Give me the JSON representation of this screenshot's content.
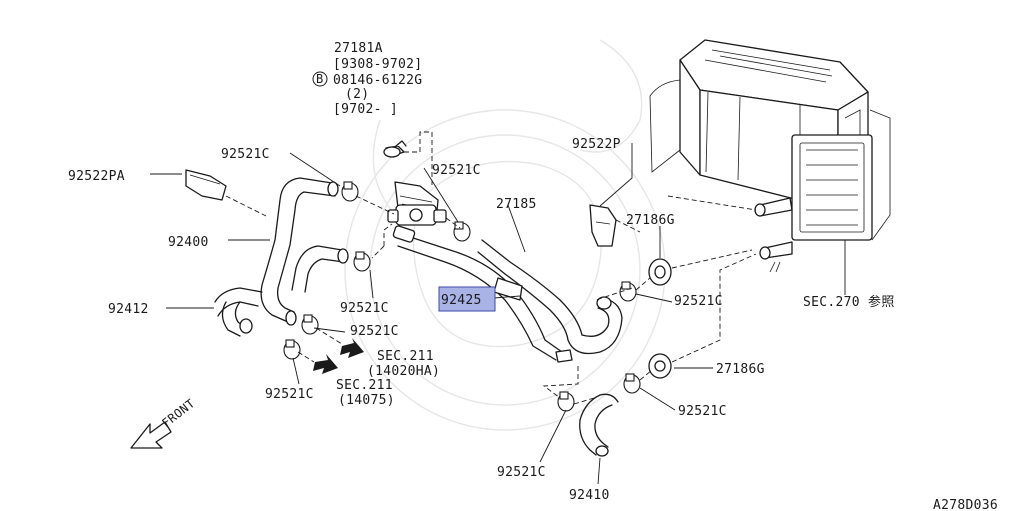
{
  "diagram": {
    "reference_code": "A278D036",
    "highlighted_part": "92425",
    "front_label": "FRONT",
    "labels": {
      "p27181a": "27181A",
      "p27181a_range1": "[9308-9702]",
      "bolt_prefix": "B",
      "bolt_part": "08146-6122G",
      "bolt_qty": "(2)",
      "p27181a_range2": "[9702-    ]",
      "p92522pa": "92522PA",
      "p92521c_a": "92521C",
      "p92521c_b": "92521C",
      "p92522p": "92522P",
      "p27185": "27185",
      "p27186g_a": "27186G",
      "p92400": "92400",
      "p92521c_c": "92521C",
      "p92521c_d": "92521C",
      "sec270": "SEC.270 参照",
      "p92412": "92412",
      "p92425": "92425",
      "p92521c_e": "92521C",
      "sec211_a": "SEC.211",
      "sec211_a_sub": "(14020HA)",
      "sec211_b": "SEC.211",
      "sec211_b_sub": "(14075)",
      "p27186g_b": "27186G",
      "p92521c_f": "92521C",
      "p92521c_g": "92521C",
      "p92521c_h": "92521C",
      "p92410": "92410"
    }
  }
}
